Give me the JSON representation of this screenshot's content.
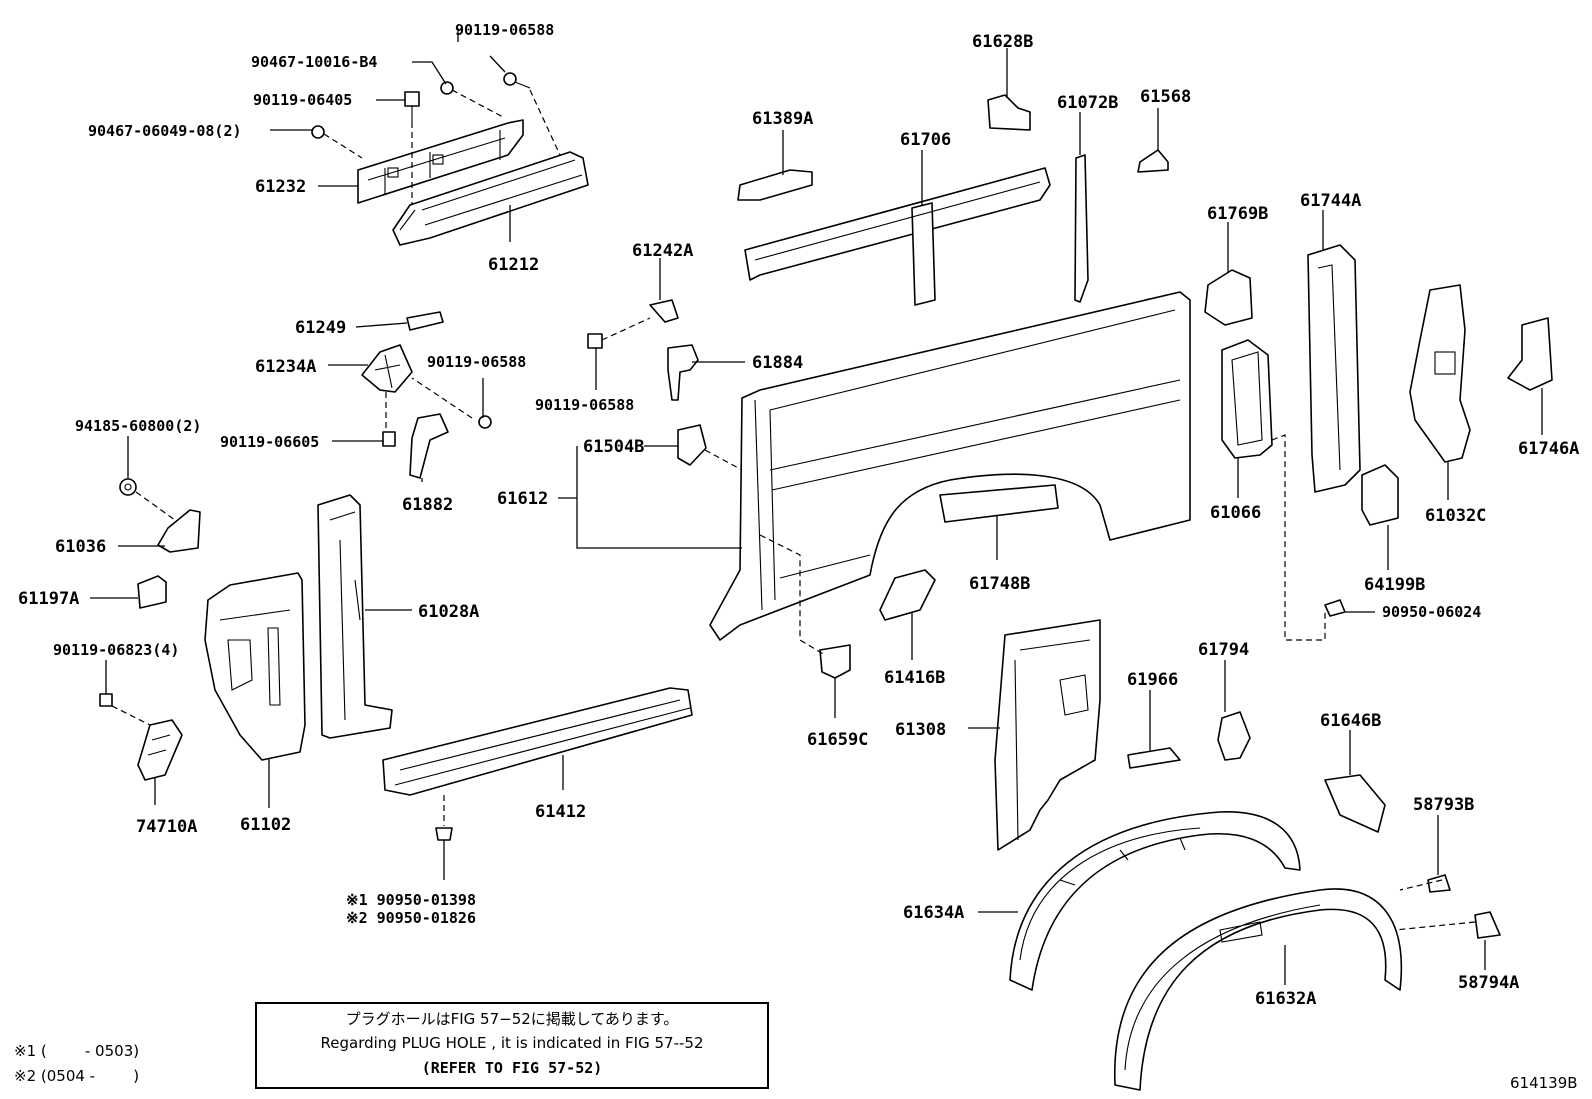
{
  "diagram_id": "614139B",
  "labels": {
    "p90119_06588_top": "90119-06588",
    "p90467_10016": "90467-10016-B4",
    "p90119_06405": "90119-06405",
    "p90467_06049": "90467-06049-08(2)",
    "p61232": "61232",
    "p61212": "61212",
    "p61249": "61249",
    "p61234A": "61234A",
    "p90119_06588_mid": "90119-06588",
    "p94185": "94185-60800(2)",
    "p90119_06605": "90119-06605",
    "p61882": "61882",
    "p61036": "61036",
    "p61197A": "61197A",
    "p61028A": "61028A",
    "p90119_06823": "90119-06823(4)",
    "p74710A": "74710A",
    "p61102": "61102",
    "p61412": "61412",
    "p90950_01398": "※1 90950-01398",
    "p90950_01826": "※2 90950-01826",
    "p61628B": "61628B",
    "p61389A": "61389A",
    "p61706": "61706",
    "p61072B": "61072B",
    "p61568": "61568",
    "p61242A": "61242A",
    "p61884": "61884",
    "p90119_06588_low": "90119-06588",
    "p61504B": "61504B",
    "p61612": "61612",
    "p61748B": "61748B",
    "p61416B": "61416B",
    "p61659C": "61659C",
    "p61769B": "61769B",
    "p61066": "61066",
    "p61744A": "61744A",
    "p61032C": "61032C",
    "p61746A": "61746A",
    "p64199B": "64199B",
    "p90950_06024": "90950-06024",
    "p61308": "61308",
    "p61966": "61966",
    "p61794": "61794",
    "p61646B": "61646B",
    "p58793B": "58793B",
    "p61634A": "61634A",
    "p58794A": "58794A",
    "p61632A": "61632A"
  },
  "note": {
    "line1": "プラグホールはFIG 57−52に掲載してあります。",
    "line2": "Regarding  PLUG  HOLE , it is indicated in  FIG  57--52",
    "line3": "(REFER TO FIG 57-52)"
  },
  "footnotes": {
    "f1": "※1 (        - 0503)",
    "f2": "※2 (0504 -        )"
  }
}
